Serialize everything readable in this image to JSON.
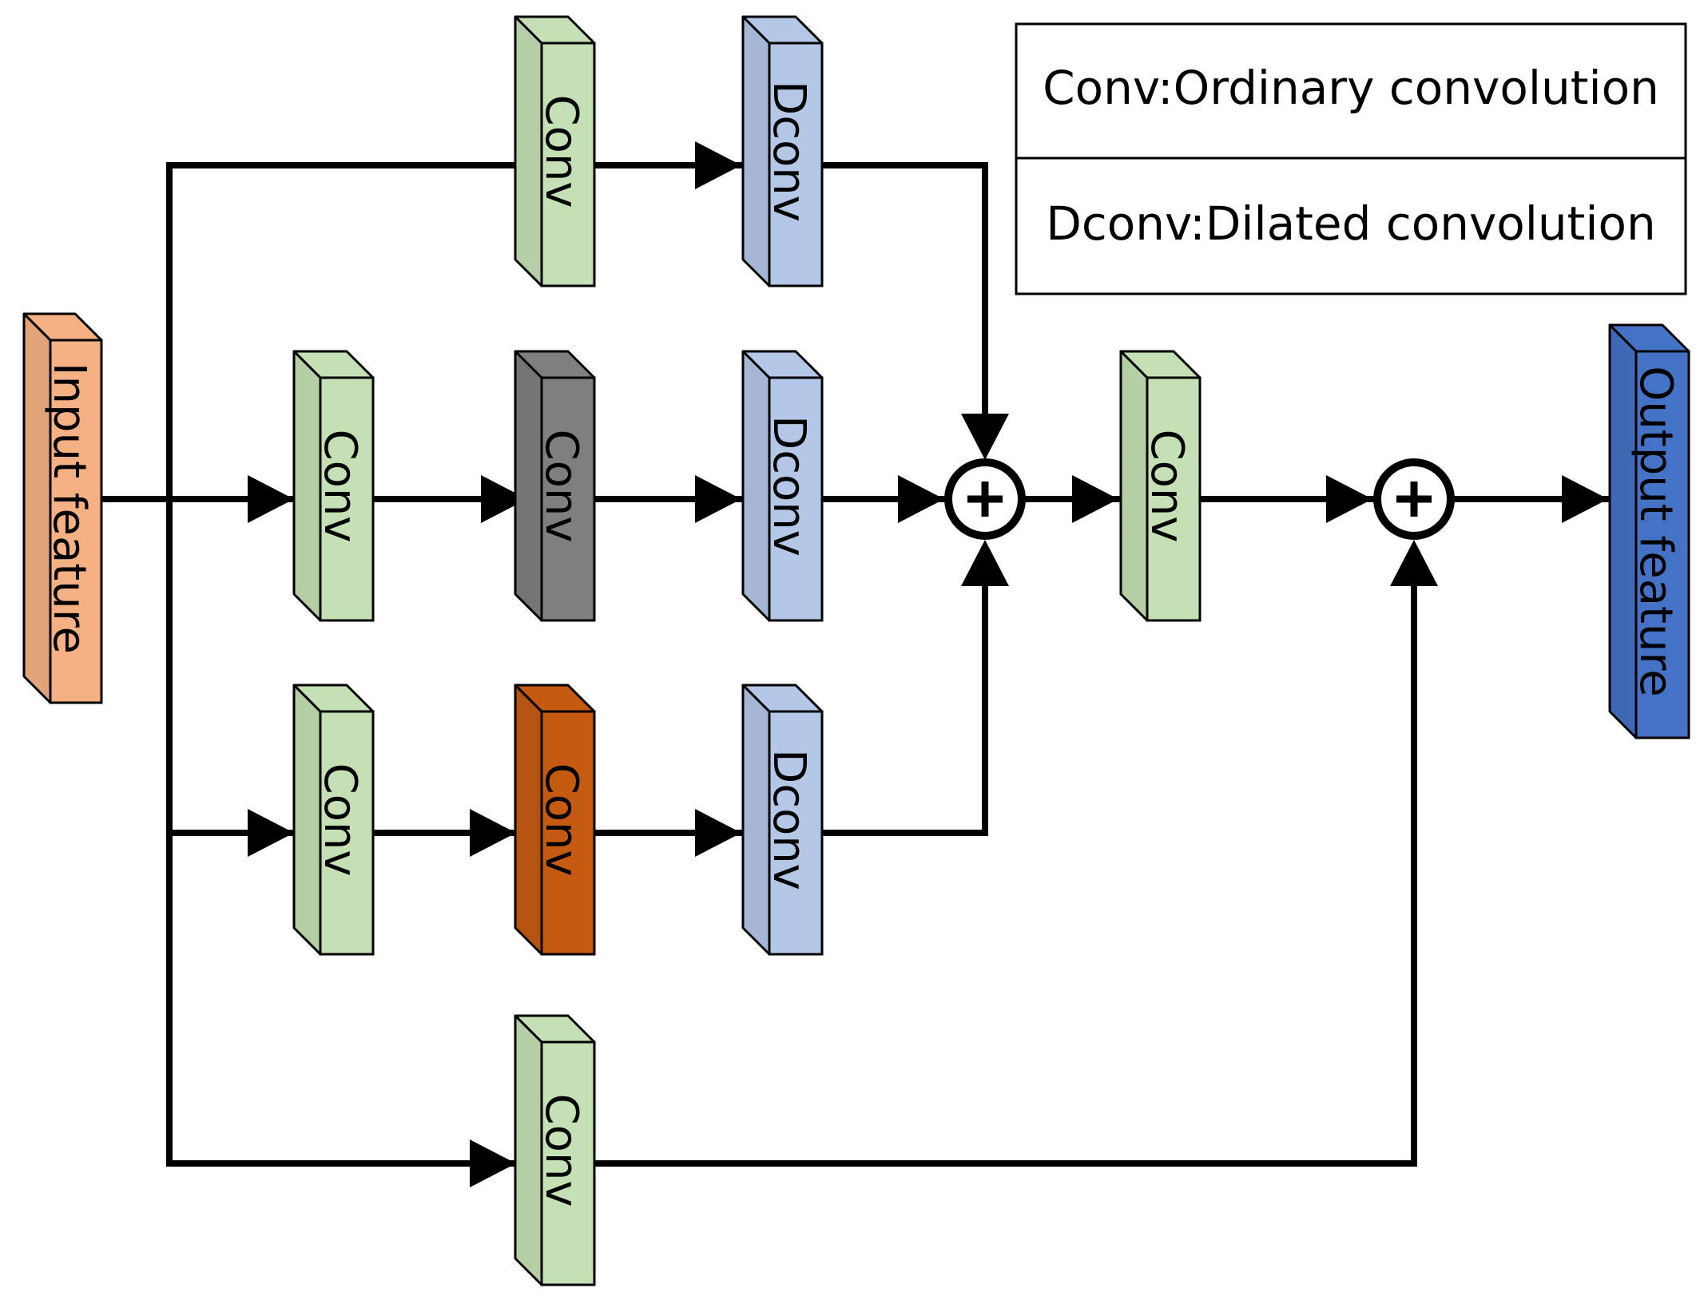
{
  "blocks": [
    {
      "id": "input",
      "label": "Input feature",
      "fill": "#f5b183",
      "dir": "down"
    },
    {
      "id": "top-conv",
      "label": "Conv",
      "fill": "#c5e0b4",
      "dir": "down"
    },
    {
      "id": "top-dconv",
      "label": "Dconv",
      "fill": "#b4c7e7",
      "dir": "down"
    },
    {
      "id": "mid-conv1",
      "label": "Conv",
      "fill": "#c5e0b4",
      "dir": "down"
    },
    {
      "id": "mid-conv2",
      "label": "Conv",
      "fill": "#7f7f7f",
      "dir": "down"
    },
    {
      "id": "mid-dconv",
      "label": "Dconv",
      "fill": "#b4c7e7",
      "dir": "down"
    },
    {
      "id": "low-conv1",
      "label": "Conv",
      "fill": "#c5e0b4",
      "dir": "down"
    },
    {
      "id": "low-conv2",
      "label": "Conv",
      "fill": "#c55a11",
      "dir": "down"
    },
    {
      "id": "low-dconv",
      "label": "Dconv",
      "fill": "#b4c7e7",
      "dir": "down"
    },
    {
      "id": "bottom-conv",
      "label": "Conv",
      "fill": "#c5e0b4",
      "dir": "down"
    },
    {
      "id": "fuse-conv",
      "label": "Conv",
      "fill": "#c5e0b4",
      "dir": "down"
    },
    {
      "id": "output",
      "label": "Output feature",
      "fill": "#4472c4",
      "dir": "down"
    }
  ],
  "legend": {
    "row1": "Conv:Ordinary convolution",
    "row2": "Dconv:Dilated convolution"
  },
  "adders": [
    {
      "id": "sum1",
      "symbol": "+"
    },
    {
      "id": "sum2",
      "symbol": "+"
    }
  ],
  "colors": {
    "stroke": "#000000",
    "background": "#ffffff"
  }
}
